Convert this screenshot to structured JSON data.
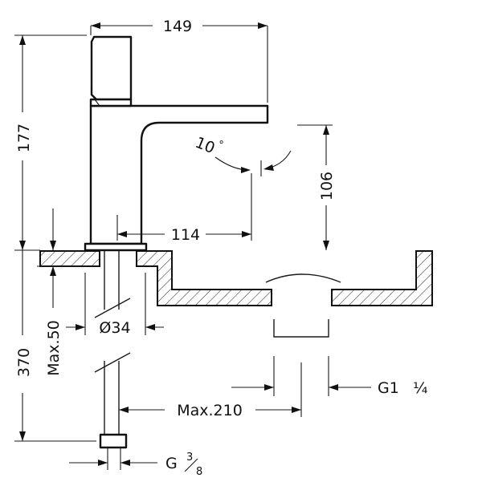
{
  "dimensions": {
    "overall_width": "149",
    "overall_height": "177",
    "spout_reach": "114",
    "spout_height": "106",
    "swivel_angle": "10",
    "angle_unit": "°",
    "max_thickness": "Max.50",
    "hole_diameter": "Ø34",
    "installation_height": "370",
    "hose_length": "Max.210",
    "drain_thread": "G1",
    "drain_thread_fraction": "¼",
    "supply_thread": "G",
    "supply_thread_num": "3",
    "supply_thread_den": "8"
  }
}
